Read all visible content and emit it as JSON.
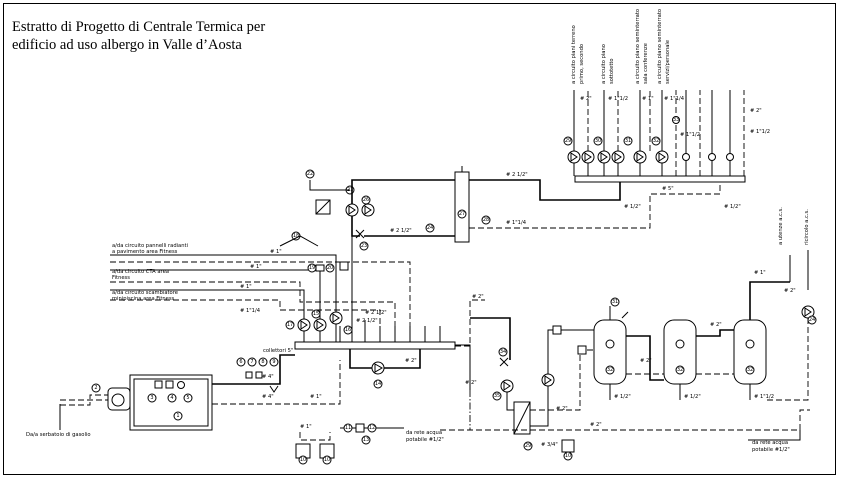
{
  "title": "Estratto di Progetto di Centrale Termica per\nedificio ad uso albergo in Valle d’Aosta",
  "labels": {
    "circ_radiant": "a/da circuito pannelli radianti",
    "circ_radiant2": "a pavimento area Fitness",
    "circ_cta": "a/da circuito CTA area",
    "circ_cta2": "Fitness",
    "circ_pool": "a/da circuito scambiatore",
    "circ_pool2": "minipiscina area Fitness",
    "serbatoio": "Da/a serbatoio di gasolio",
    "collettori": "collettori 5\"",
    "rete_acqua_1": "da rete acqua",
    "rete_acqua_2": "potabile #1/2\"",
    "rete_acqua_b1": "da rete acqua",
    "rete_acqua_b2": "potabile #1/2\"",
    "utenze_acs": "a utenze a.c.s.",
    "ricircolo_acs": "ricircolo a.c.s.",
    "vert_1": "a circuito piani terreno",
    "vert_1b": "primo, secondo",
    "vert_2": "a circuito piano",
    "vert_2b": "sottotetto",
    "vert_3": "a circuito piano seminterrato",
    "vert_3b": "sala conferenze",
    "vert_4": "a circuito piano seminterrato",
    "vert_4b": "servizi/personale"
  },
  "pipe_sizes": {
    "p1": "# 2 1/2\"",
    "p2": "# 2 1/2\"",
    "p3": "# 2 1/2\"",
    "p4": "# 2 1/2\"",
    "p5": "# 1\"",
    "p6": "# 1\"",
    "p7": "# 1\"",
    "p8": "# 1\"1/4",
    "p9": "# 2\"",
    "p10": "# 2\"",
    "p11": "# 4\"",
    "p12": "# 4\"",
    "p13": "# 1\"",
    "p14": "# 2\"",
    "p15": "# 2\"",
    "p16": "# 2\"",
    "p17": "# 1/2\"",
    "p18": "# 1/2\"",
    "p19": "# 1\"1/2",
    "p20": "# 2\"",
    "p21": "# 3/4\"",
    "p22": "# 1\"1/2",
    "p23": "# 1\"",
    "p24": "# 2\"",
    "p25": "# 1\"1/2",
    "p26": "# 1\"",
    "p27": "# 1\"1/4",
    "p28": "# 2\"",
    "p29": "# 1\"1/4",
    "p30": "# 1\"1/2",
    "p31": "# 5\"",
    "p32": "# 1/2\"",
    "p33": "# 1/2\"",
    "p34": "# 1\"",
    "p35": "# 2\""
  },
  "tags": {
    "t1": "1",
    "t2": "2",
    "t3": "3",
    "t4": "4",
    "t5": "5",
    "t6": "6",
    "t7": "7",
    "t8": "8",
    "t9": "9",
    "t10": "10",
    "t11": "11",
    "t12": "12",
    "t13": "13",
    "t14": "14",
    "t15": "15",
    "t16": "16",
    "t17": "17",
    "t18": "18",
    "t19": "19",
    "t20": "20",
    "t21": "21",
    "t22": "22",
    "t23": "23",
    "t24": "24",
    "t25": "25",
    "t26": "26",
    "t27": "27",
    "t28": "28",
    "t29": "29",
    "t30": "30",
    "t31": "31",
    "t32": "32",
    "t33": "33",
    "t34": "34",
    "t35": "35"
  }
}
